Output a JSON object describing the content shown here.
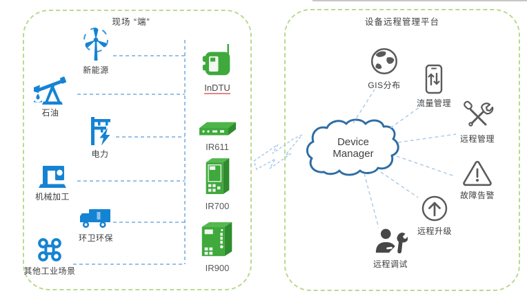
{
  "left_panel": {
    "title": "现场 “端”",
    "items": [
      {
        "label": "新能源",
        "icon": "wind-turbine-icon"
      },
      {
        "label": "石油",
        "icon": "oil-pump-icon"
      },
      {
        "label": "电力",
        "icon": "power-pole-icon"
      },
      {
        "label": "机械加工",
        "icon": "machine-tool-icon"
      },
      {
        "label": "环卫环保",
        "icon": "sanitation-truck-icon"
      },
      {
        "label": "其他工业场景",
        "icon": "command-icon"
      }
    ]
  },
  "edge_devices": {
    "items": [
      {
        "label": "InDTU",
        "icon": "indtu-device-icon",
        "underlined": true
      },
      {
        "label": "IR611",
        "icon": "ir611-router-icon"
      },
      {
        "label": "IR700",
        "icon": "ir700-router-icon"
      },
      {
        "label": "IR900",
        "icon": "ir900-router-icon"
      }
    ]
  },
  "cloud": {
    "line1": "Device",
    "line2": "Manager"
  },
  "right_panel": {
    "title": "设备远程管理平台",
    "features": [
      {
        "label": "GIS分布",
        "icon": "globe-icon"
      },
      {
        "label": "流量管理",
        "icon": "data-traffic-icon"
      },
      {
        "label": "远程管理",
        "icon": "tools-icon"
      },
      {
        "label": "故障告警",
        "icon": "warning-icon"
      },
      {
        "label": "远程升级",
        "icon": "upgrade-arrow-icon"
      },
      {
        "label": "远程调试",
        "icon": "debug-engineer-icon"
      }
    ]
  },
  "colors": {
    "panel_border": "#b9da8e",
    "field_icon_blue": "#1583d3",
    "device_green": "#3fa93c",
    "device_green_dark": "#2f8c2e",
    "cloud_stroke": "#2e6da4",
    "connector_blue": "#5b9bd5",
    "connector_light": "#a6c8e8",
    "feature_icon_gray": "#5a5a5a",
    "indtu_underline": "#e88484",
    "text": "#3c3c3c"
  }
}
